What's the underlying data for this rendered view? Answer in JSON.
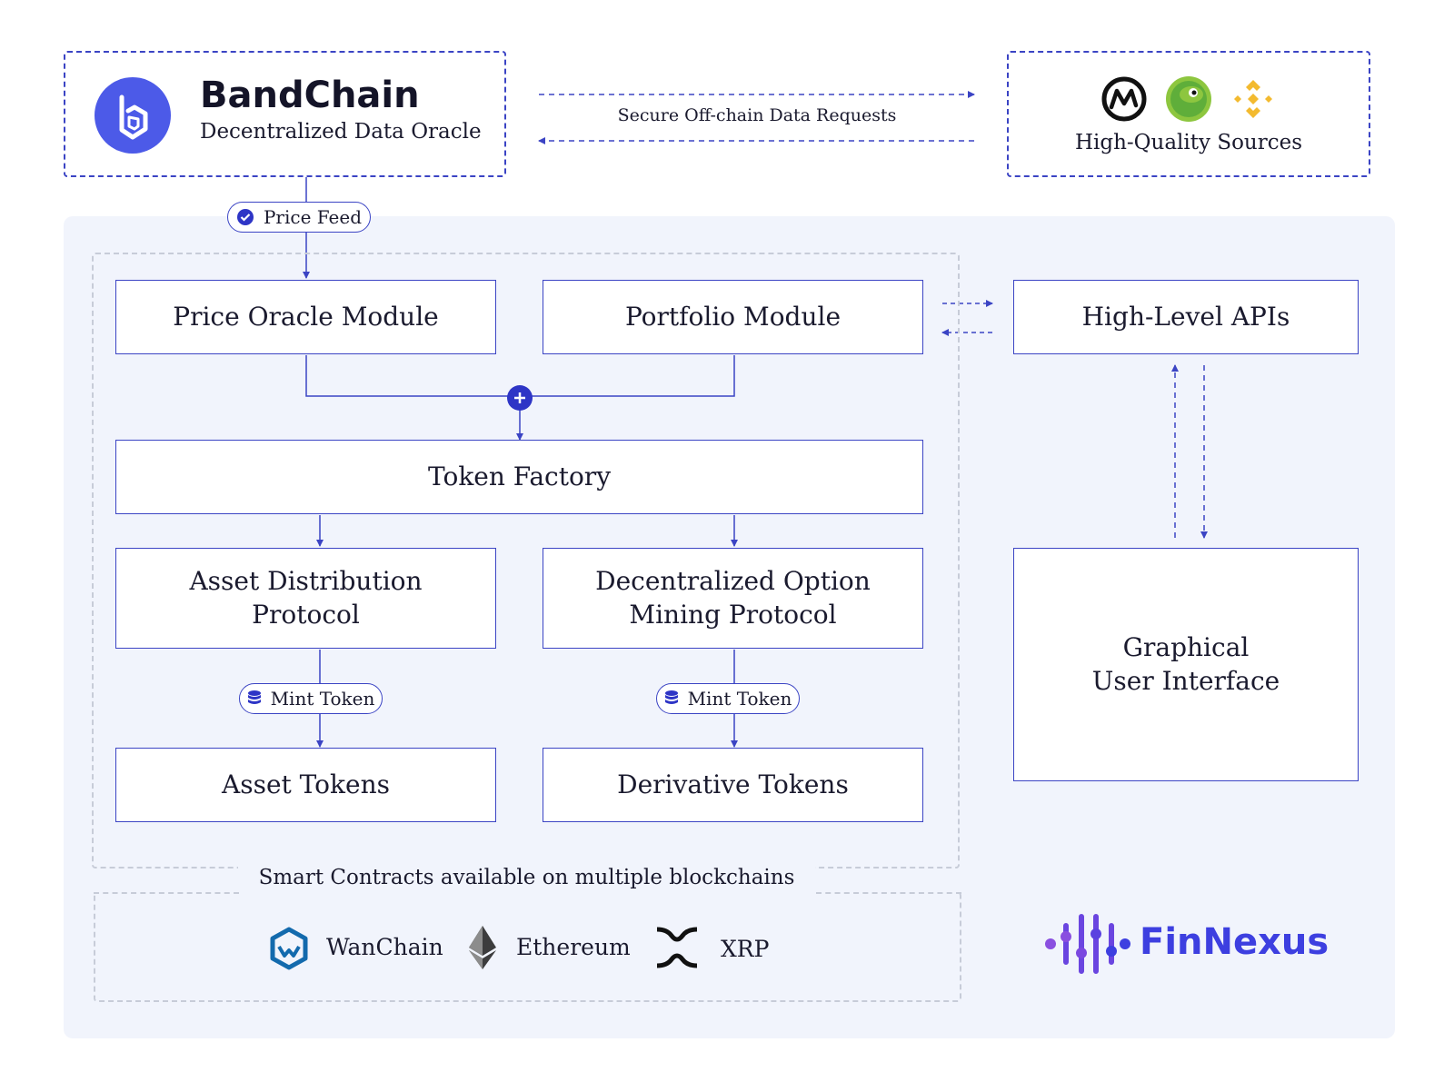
{
  "bandchain": {
    "title": "BandChain",
    "subtitle": "Decentralized Data Oracle",
    "logo_icon": "bandchain-logo-icon"
  },
  "requests_label": "Secure Off-chain Data Requests",
  "sources": {
    "label": "High-Quality Sources",
    "icons": [
      "coinmarketcap-icon",
      "coingecko-icon",
      "binance-icon"
    ]
  },
  "price_feed_label": "Price Feed",
  "modules": {
    "price_oracle": "Price Oracle Module",
    "portfolio": "Portfolio Module",
    "high_level_apis": "High-Level APIs",
    "token_factory": "Token Factory",
    "asset_distribution_1": "Asset Distribution",
    "asset_distribution_2": "Protocol",
    "option_mining_1": "Decentralized Option",
    "option_mining_2": "Mining Protocol",
    "gui_1": "Graphical",
    "gui_2": "User Interface",
    "asset_tokens": "Asset Tokens",
    "derivative_tokens": "Derivative Tokens"
  },
  "mint_token_label": "Mint Token",
  "smart_contracts_label": "Smart Contracts available on multiple blockchains",
  "chains": [
    {
      "name": "WanChain",
      "icon": "wanchain-icon"
    },
    {
      "name": "Ethereum",
      "icon": "ethereum-icon"
    },
    {
      "name": "XRP",
      "icon": "xrp-icon"
    }
  ],
  "brand": {
    "name": "FinNexus",
    "logo_icon": "finnexus-logo-icon"
  },
  "colors": {
    "accent": "#3b44c4",
    "panel_bg": "#f1f4fc",
    "brand_blue": "#3d3fe0",
    "brand_purple": "#8a4fe0"
  }
}
